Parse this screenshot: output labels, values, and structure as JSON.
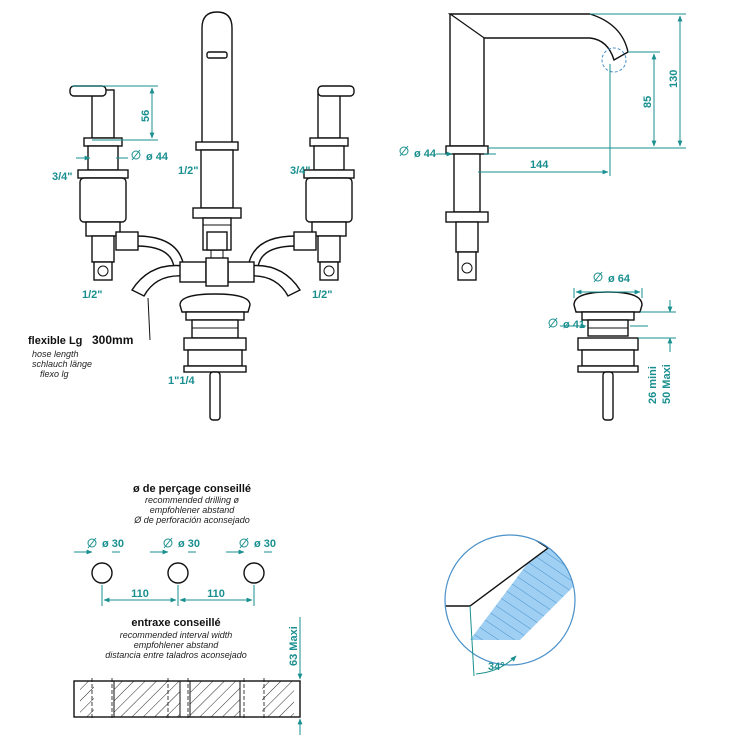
{
  "front_view": {
    "dim_handle_height": "56",
    "dim_handle_dia": "ø 44",
    "thread_left_top": "3/4\"",
    "thread_center": "1/2\"",
    "thread_right_top": "3/4\"",
    "thread_left_bottom": "1/2\"",
    "thread_right_bottom": "1/2\"",
    "hose_label": "flexible Lg",
    "hose_length": "300mm",
    "hose_translations": [
      "hose length",
      "schlauch länge",
      "flexo lg"
    ],
    "waste_thread": "1\"1/4"
  },
  "side_view": {
    "dim_dia": "ø 44",
    "dim_reach": "144",
    "dim_height_outlet": "85",
    "dim_height_total": "130"
  },
  "waste_view": {
    "dim_top_dia": "ø 64",
    "dim_body_dia": "ø 41",
    "dim_thickness_min": "26 mini",
    "dim_thickness_max": "50 Maxi"
  },
  "drilling": {
    "title": "ø de perçage conseillé",
    "translations": [
      "recommended drilling ø",
      "empfohlener abstand",
      "Ø de perforación aconsejado"
    ],
    "hole_dias": [
      "ø 30",
      "ø 30",
      "ø 30"
    ],
    "spacings": [
      "110",
      "110"
    ]
  },
  "interval": {
    "title": "entraxe conseillé",
    "translations": [
      "recommended interval width",
      "empfohlener abstand",
      "distancia entre taladros aconsejado"
    ],
    "dim_max": "63 Maxi"
  },
  "detail": {
    "angle": "34°"
  },
  "colors": {
    "dimension": "#1a8f8f",
    "ink": "#111111",
    "jet": "#8fc8f0"
  }
}
